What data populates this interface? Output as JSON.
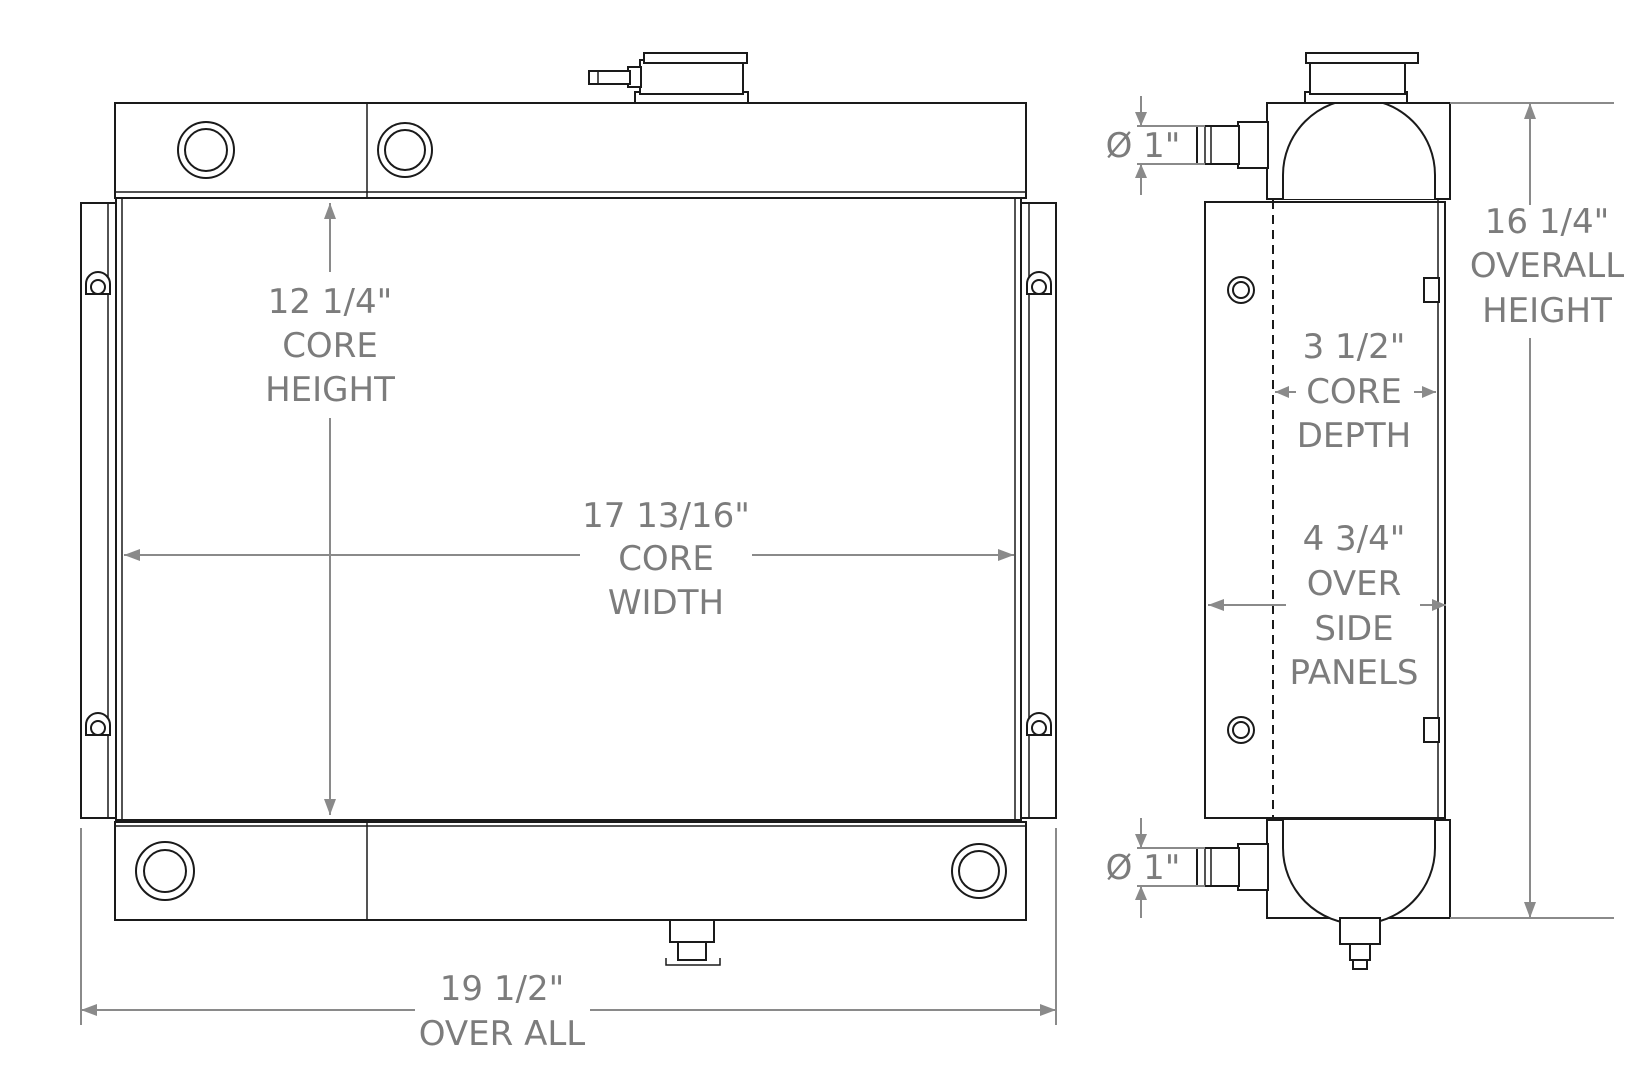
{
  "front_view": {
    "core_height": {
      "value": "12 1/4\"",
      "line1": "CORE",
      "line2": "HEIGHT"
    },
    "core_width": {
      "value": "17 13/16\"",
      "line1": "CORE",
      "line2": "WIDTH"
    },
    "overall_width": {
      "value": "19 1/2\"",
      "line1": "OVER ALL"
    }
  },
  "side_view": {
    "inlet_diameter": "Ø 1\"",
    "outlet_diameter": "Ø 1\"",
    "overall_height": {
      "value": "16 1/4\"",
      "line1": "OVERALL",
      "line2": "HEIGHT"
    },
    "core_depth": {
      "value": "3 1/2\"",
      "line1": "CORE",
      "line2": "DEPTH"
    },
    "over_side_panels": {
      "value": "4 3/4\"",
      "line1": "OVER",
      "line2": "SIDE",
      "line3": "PANELS"
    }
  },
  "colors": {
    "line": "#1a1a1a",
    "dimension": "#8a8a8a",
    "background": "#ffffff"
  }
}
